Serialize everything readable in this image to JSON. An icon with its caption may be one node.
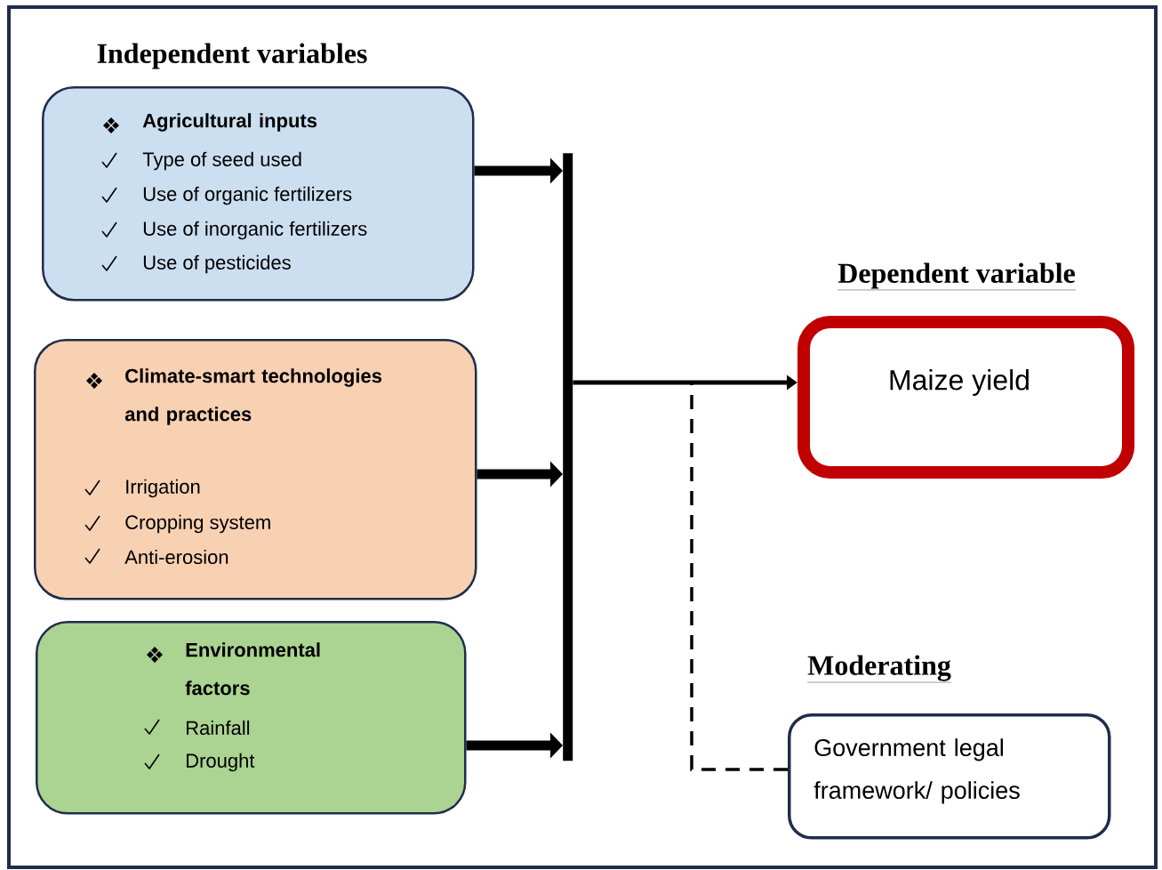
{
  "diagram": {
    "nodes": [
      {
        "text": [
          "Agricultural inputs",
          "Type of seed used",
          "Use of organic fertilizers",
          "Use of inorganic fertilizers",
          "Use of pesticides"
        ]
      },
      {
        "text": [
          "Climate-smart technologies and practices",
          "Irrigation",
          "Cropping system",
          "Anti-erosion"
        ]
      },
      {
        "text": [
          "Environmental factors",
          "Rainfall",
          "Drought"
        ]
      },
      {
        "text": [],
        "shape": "bar"
      },
      {
        "text": [
          "Dependent variable",
          "Maize yield"
        ]
      },
      {
        "text": [
          "Moderating",
          "Government legal framework/ policies"
        ]
      }
    ],
    "edges": [
      {
        "from": 0,
        "to": 3,
        "arrow": "to"
      },
      {
        "from": 1,
        "to": 3,
        "arrow": "to"
      },
      {
        "from": 2,
        "to": 3,
        "arrow": "to"
      },
      {
        "from": 3,
        "to": 4,
        "arrow": "to"
      },
      {
        "from": 5,
        "to": null,
        "arrow": "none",
        "style": "dashed"
      }
    ],
    "labels": [
      "Independent variables"
    ]
  }
}
